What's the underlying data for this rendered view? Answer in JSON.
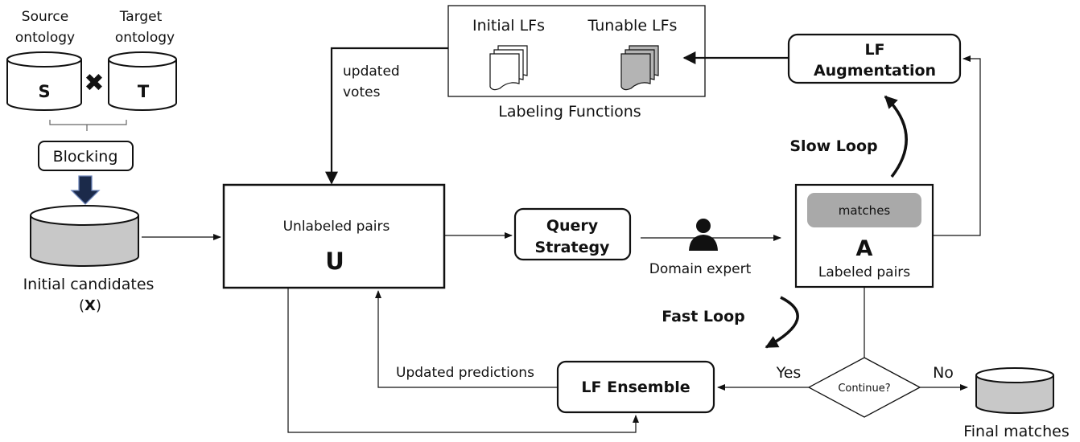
{
  "source": {
    "caption_line1": "Source",
    "caption_line2": "ontology",
    "letter": "S"
  },
  "target": {
    "caption_line1": "Target",
    "caption_line2": "ontology",
    "letter": "T"
  },
  "cross_symbol": "✖",
  "blocking": {
    "label": "Blocking"
  },
  "initial_candidates": {
    "label": "Initial candidates",
    "symbol_open": "(",
    "symbol": "X",
    "symbol_close": ")"
  },
  "labeling_functions": {
    "initial": "Initial LFs",
    "tunable": "Tunable LFs",
    "caption": "Labeling Functions"
  },
  "updated_votes": {
    "line1": "updated",
    "line2": "votes"
  },
  "lf_augmentation": {
    "line1": "LF",
    "line2": "Augmentation"
  },
  "slow_loop": "Slow Loop",
  "unlabeled": {
    "label": "Unlabeled pairs",
    "symbol": "U"
  },
  "query_strategy": {
    "line1": "Query",
    "line2": "Strategy"
  },
  "domain_expert": "Domain expert",
  "labeled": {
    "badge": "matches",
    "symbol": "A",
    "label": "Labeled pairs"
  },
  "fast_loop": "Fast Loop",
  "decision": {
    "label": "Continue?",
    "yes": "Yes",
    "no": "No"
  },
  "lf_ensemble": "LF Ensemble",
  "updated_predictions": "Updated predictions",
  "final_matches": "Final matches",
  "colors": {
    "stroke": "#111111",
    "cylinder_fill": "#c8c8c8",
    "tunable_fill": "#b4b4b4",
    "badge_fill": "#a9a9a9",
    "blocking_arrow": "#1b2a4a"
  }
}
